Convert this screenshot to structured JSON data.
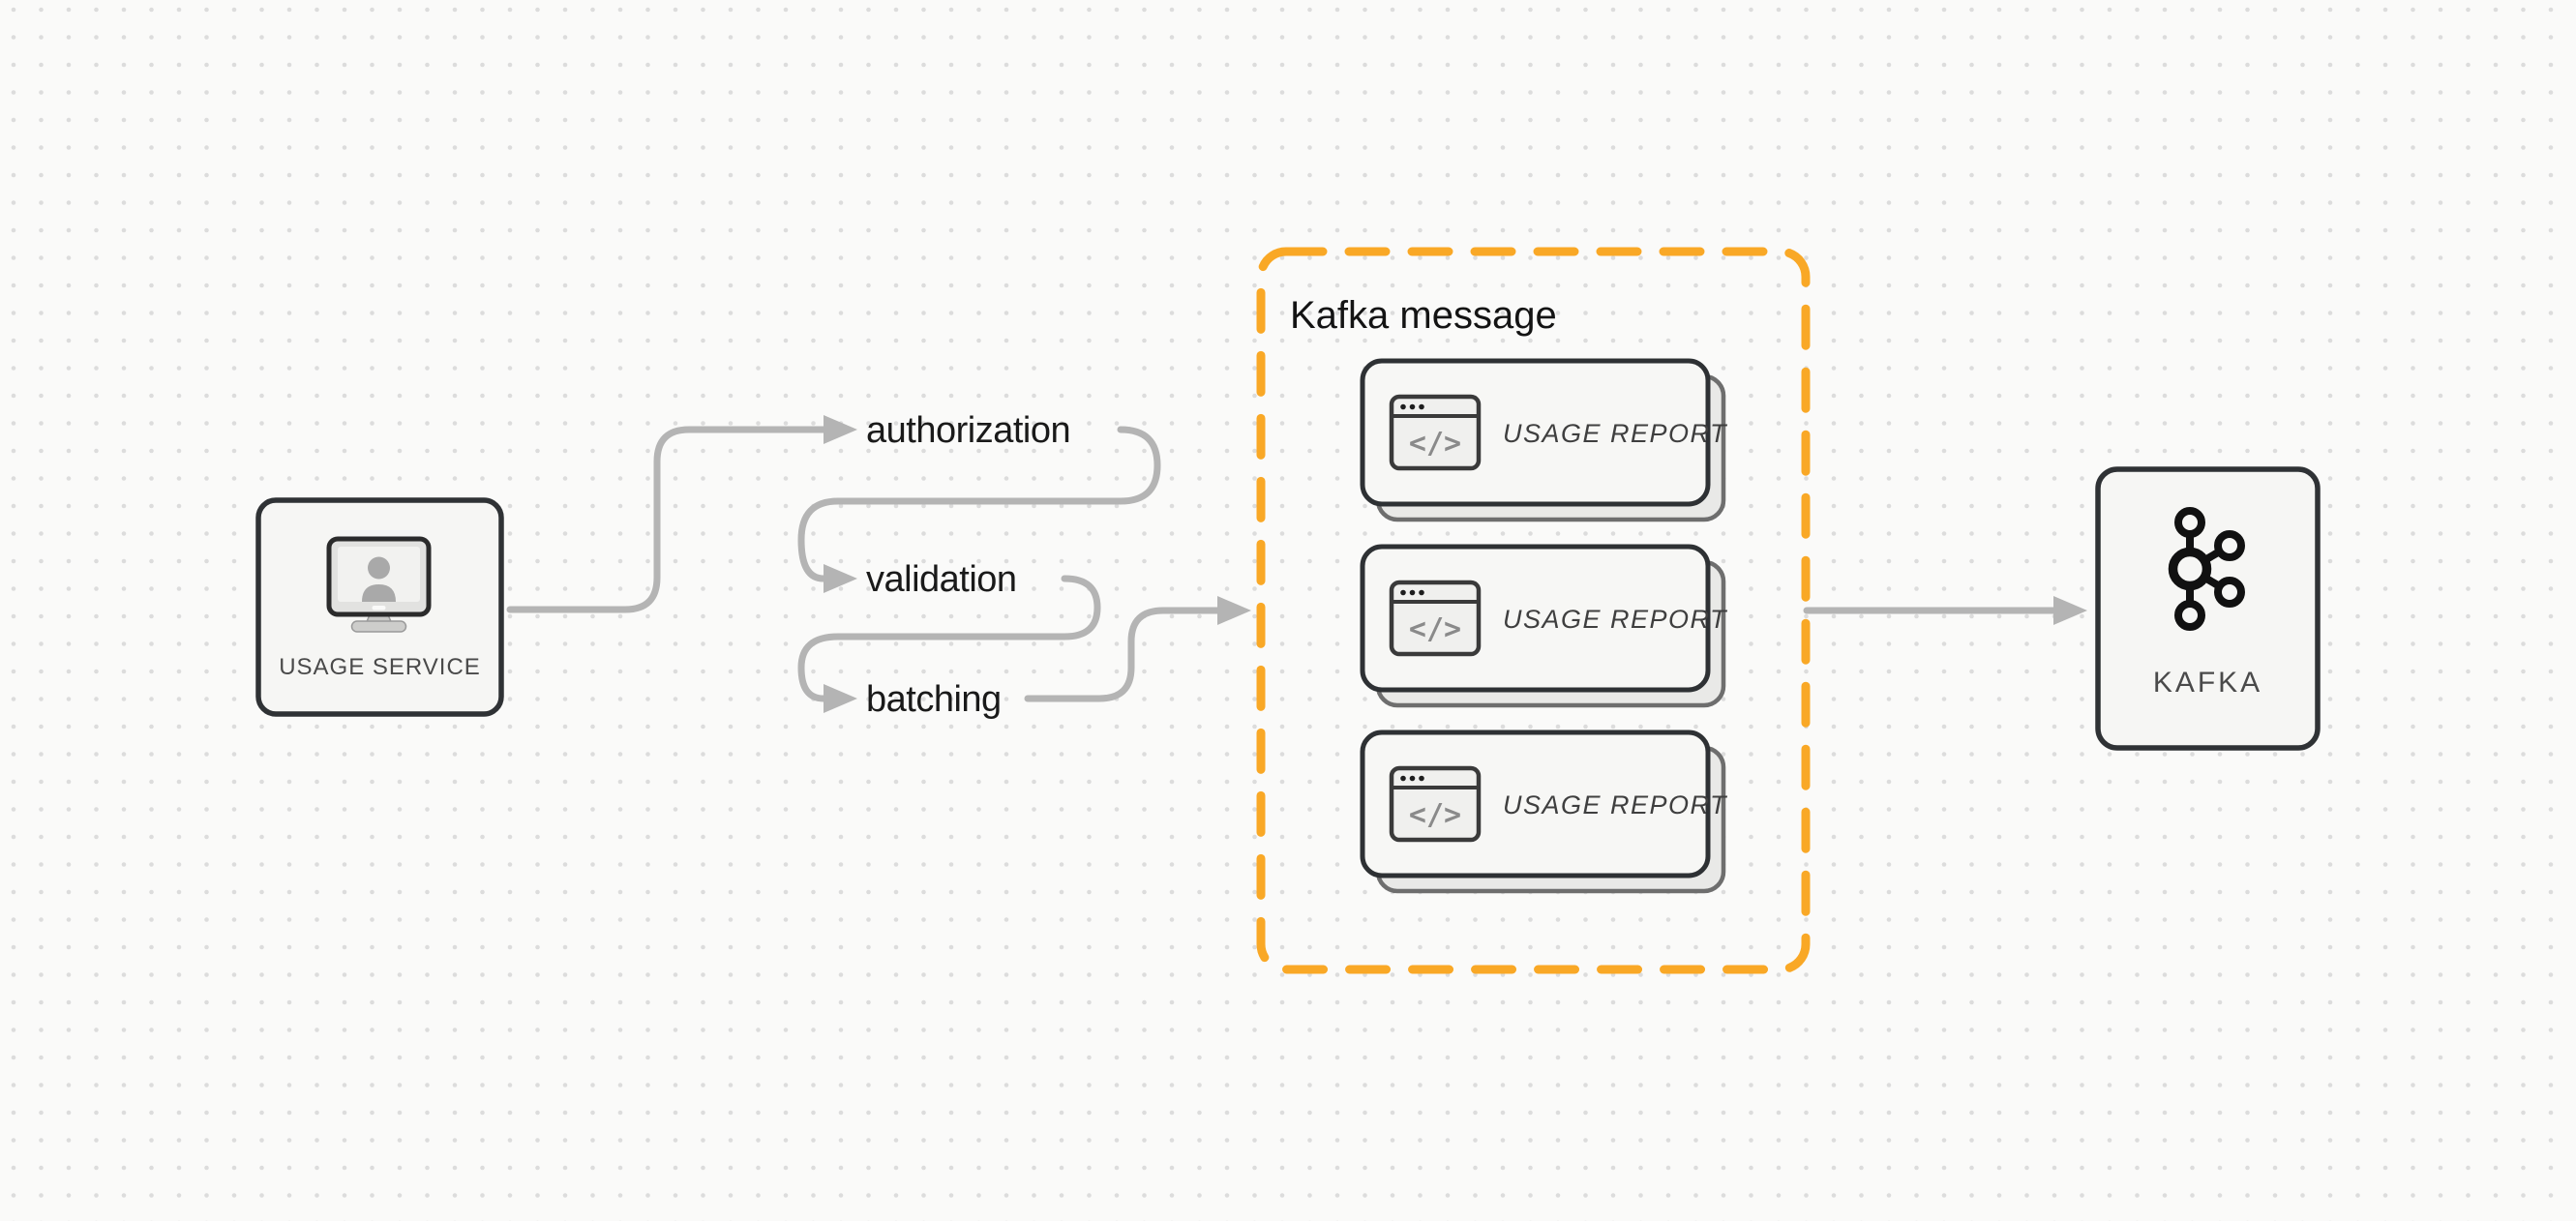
{
  "canvas": {
    "background": "#FAFAF9",
    "dot_color": "#DCDCDC"
  },
  "colors": {
    "accent_orange": "#F9A826",
    "arrow_gray": "#B4B4B4",
    "node_border": "#2F3235",
    "node_fill": "#F6F6F4",
    "shadow_card_fill": "#E9E9E7",
    "shadow_card_border": "#6E6E6E"
  },
  "usage_service": {
    "label": "USAGE SERVICE",
    "icon": "monitor-user-icon"
  },
  "pipeline_steps": [
    {
      "label": "authorization"
    },
    {
      "label": "validation"
    },
    {
      "label": "batching"
    }
  ],
  "kafka_message": {
    "title": "Kafka message",
    "cards": [
      {
        "label": "USAGE REPORT",
        "icon_glyph": "</>"
      },
      {
        "label": "USAGE REPORT",
        "icon_glyph": "</>"
      },
      {
        "label": "USAGE REPORT",
        "icon_glyph": "</>"
      }
    ]
  },
  "kafka": {
    "label": "KAFKA",
    "icon": "kafka-logo-icon"
  }
}
